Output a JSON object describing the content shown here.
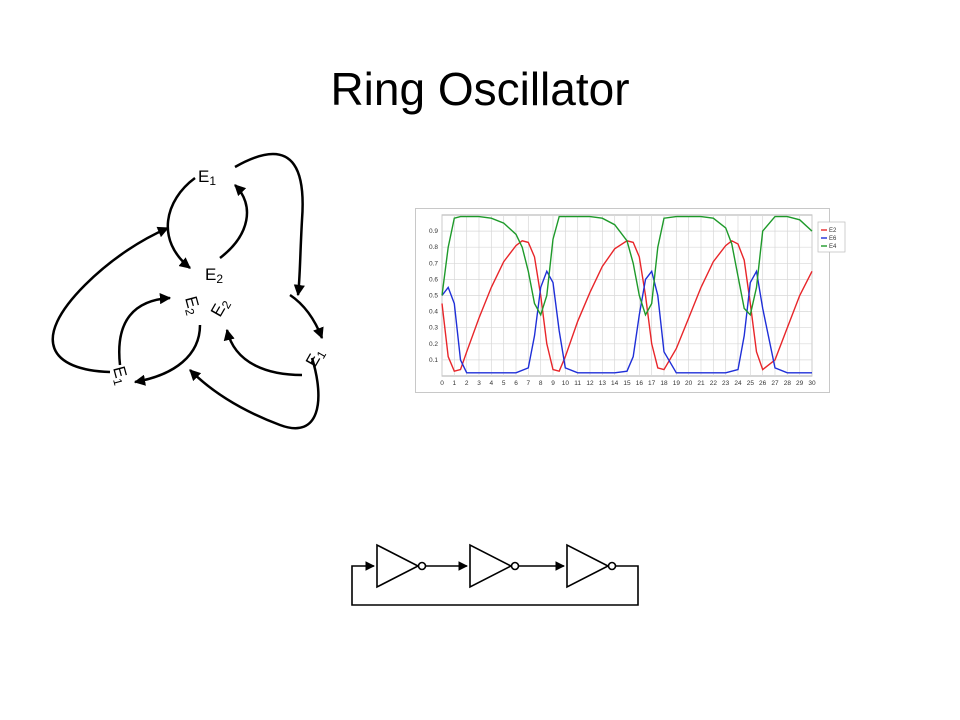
{
  "slide": {
    "title": "Ring Oscillator"
  },
  "network": {
    "nodes": [
      {
        "id": "n1",
        "label_base": "E",
        "label_sub": "1"
      },
      {
        "id": "n2",
        "label_base": "E",
        "label_sub": "2"
      },
      {
        "id": "n3",
        "label_base": "E",
        "label_sub": "2"
      },
      {
        "id": "n4",
        "label_base": "E",
        "label_sub": "1"
      },
      {
        "id": "n5",
        "label_base": "E",
        "label_sub": "2"
      },
      {
        "id": "n6",
        "label_base": "E",
        "label_sub": "1"
      }
    ]
  },
  "chart_data": {
    "type": "line",
    "title": "",
    "xlabel": "",
    "ylabel": "",
    "xlim": [
      0,
      30
    ],
    "ylim": [
      0,
      1.0
    ],
    "x_ticks": [
      0,
      1,
      2,
      3,
      4,
      5,
      6,
      7,
      8,
      9,
      10,
      11,
      12,
      13,
      14,
      15,
      16,
      17,
      18,
      19,
      20,
      21,
      22,
      23,
      24,
      25,
      26,
      27,
      28,
      29,
      30
    ],
    "y_ticks": [
      0.1,
      0.2,
      0.3,
      0.4,
      0.5,
      0.6,
      0.7,
      0.8,
      0.9
    ],
    "grid": true,
    "legend": "right",
    "series": [
      {
        "name": "E2",
        "color": "#e8262a",
        "x": [
          0,
          0.5,
          1,
          1.5,
          2,
          3,
          4,
          5,
          6,
          6.5,
          7,
          7.5,
          8,
          8.5,
          9,
          9.5,
          10,
          11,
          12,
          13,
          14,
          15,
          15.5,
          16,
          16.5,
          17,
          17.5,
          18,
          19,
          20,
          21,
          22,
          23,
          23.5,
          24,
          24.5,
          25,
          25.5,
          26,
          27,
          28,
          29,
          30
        ],
        "y": [
          0.45,
          0.12,
          0.03,
          0.04,
          0.15,
          0.36,
          0.55,
          0.71,
          0.81,
          0.84,
          0.83,
          0.74,
          0.5,
          0.2,
          0.04,
          0.03,
          0.12,
          0.34,
          0.52,
          0.68,
          0.79,
          0.84,
          0.83,
          0.74,
          0.5,
          0.2,
          0.05,
          0.04,
          0.17,
          0.36,
          0.55,
          0.71,
          0.81,
          0.84,
          0.82,
          0.72,
          0.45,
          0.15,
          0.04,
          0.1,
          0.3,
          0.5,
          0.65
        ]
      },
      {
        "name": "E6",
        "color": "#1f2fd8",
        "x": [
          0,
          0.5,
          1,
          1.5,
          2,
          3,
          4,
          5,
          6,
          7,
          7.5,
          8,
          8.5,
          9,
          9.5,
          10,
          11,
          12,
          13,
          14,
          15,
          15.5,
          16,
          16.5,
          17,
          17.5,
          18,
          19,
          20,
          21,
          22,
          23,
          24,
          24.5,
          25,
          25.5,
          26,
          27,
          28,
          29,
          30
        ],
        "y": [
          0.5,
          0.55,
          0.45,
          0.1,
          0.02,
          0.02,
          0.02,
          0.02,
          0.02,
          0.05,
          0.25,
          0.55,
          0.65,
          0.58,
          0.28,
          0.05,
          0.02,
          0.02,
          0.02,
          0.02,
          0.03,
          0.12,
          0.38,
          0.6,
          0.65,
          0.5,
          0.15,
          0.02,
          0.02,
          0.02,
          0.02,
          0.02,
          0.04,
          0.25,
          0.58,
          0.65,
          0.42,
          0.05,
          0.02,
          0.02,
          0.02
        ]
      },
      {
        "name": "E4",
        "color": "#1e9a2a",
        "x": [
          0,
          0.5,
          1,
          1.5,
          2,
          3,
          4,
          5,
          6,
          6.5,
          7,
          7.5,
          8,
          8.5,
          9,
          9.5,
          10,
          11,
          12,
          13,
          14,
          15,
          15.5,
          16,
          16.5,
          17,
          17.5,
          18,
          19,
          20,
          21,
          22,
          23,
          23.5,
          24,
          24.5,
          25,
          25.5,
          26,
          27,
          28,
          29,
          30
        ],
        "y": [
          0.5,
          0.8,
          0.98,
          0.99,
          0.99,
          0.99,
          0.98,
          0.95,
          0.88,
          0.8,
          0.65,
          0.45,
          0.38,
          0.5,
          0.85,
          0.99,
          0.99,
          0.99,
          0.99,
          0.98,
          0.94,
          0.84,
          0.7,
          0.5,
          0.38,
          0.45,
          0.8,
          0.98,
          0.99,
          0.99,
          0.99,
          0.98,
          0.92,
          0.82,
          0.62,
          0.42,
          0.38,
          0.55,
          0.9,
          0.99,
          0.99,
          0.97,
          0.9
        ]
      }
    ]
  }
}
